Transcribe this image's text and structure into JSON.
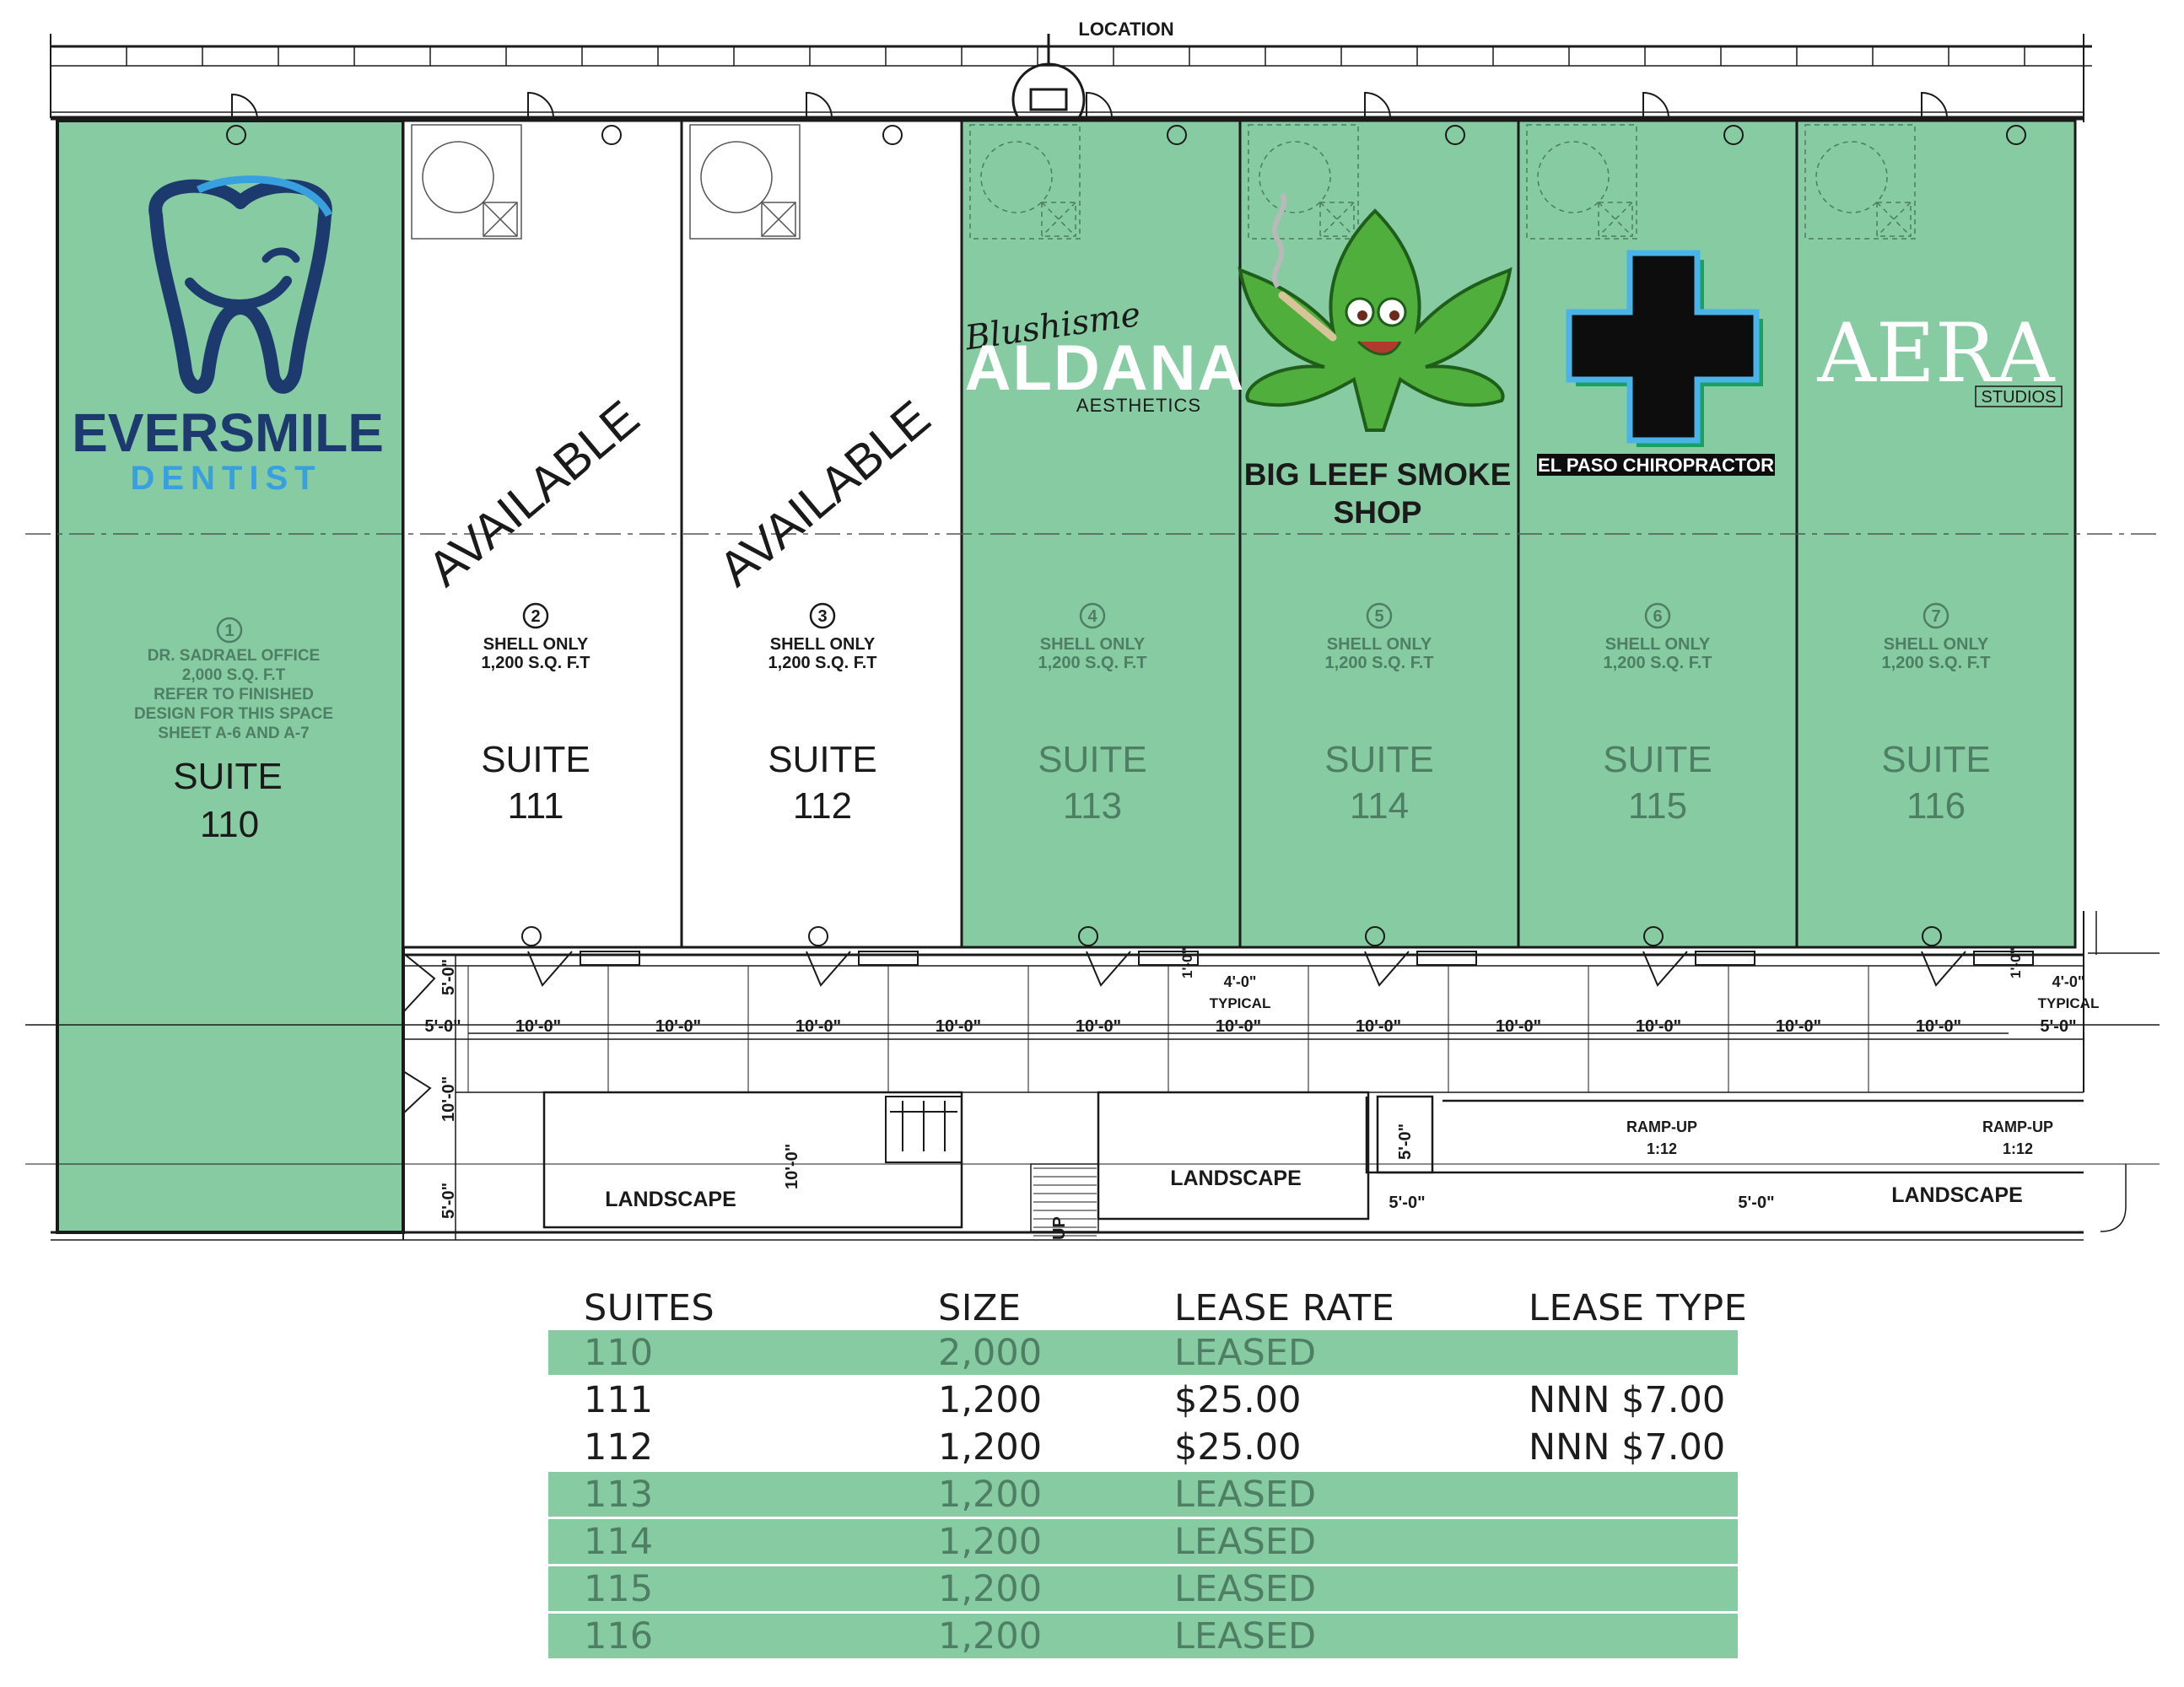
{
  "site_plan": {
    "top_label": "LOCATION",
    "suites": [
      {
        "id": "110",
        "unit_no": "1",
        "suite_label": "SUITE",
        "number": "110",
        "leased": true,
        "notes": [
          "DR. SADRAEL OFFICE",
          "2,000 S.Q. F.T",
          "REFER TO FINISHED",
          "DESIGN FOR THIS SPACE",
          "SHEET A-6 AND A-7"
        ],
        "tenant": {
          "line1": "EVERSMILE",
          "line2": "DENTIST",
          "logo": "tooth-logo-icon"
        }
      },
      {
        "id": "111",
        "unit_no": "2",
        "suite_label": "SUITE",
        "number": "111",
        "leased": false,
        "notes": [
          "SHELL ONLY",
          "1,200 S.Q. F.T"
        ],
        "available_label": "AVAILABLE"
      },
      {
        "id": "112",
        "unit_no": "3",
        "suite_label": "SUITE",
        "number": "112",
        "leased": false,
        "notes": [
          "SHELL ONLY",
          "1,200 S.Q. F.T"
        ],
        "available_label": "AVAILABLE"
      },
      {
        "id": "113",
        "unit_no": "4",
        "suite_label": "SUITE",
        "number": "113",
        "leased": true,
        "notes": [
          "SHELL ONLY",
          "1,200 S.Q. F.T"
        ],
        "tenant": {
          "script": "Blushisme",
          "line1": "ALDANA",
          "line2": "AESTHETICS"
        }
      },
      {
        "id": "114",
        "unit_no": "5",
        "suite_label": "SUITE",
        "number": "114",
        "leased": true,
        "notes": [
          "SHELL ONLY",
          "1,200 S.Q. F.T"
        ],
        "tenant": {
          "line1": "BIG LEEF SMOKE",
          "line2": "SHOP",
          "logo": "leaf-mascot-icon"
        }
      },
      {
        "id": "115",
        "unit_no": "6",
        "suite_label": "SUITE",
        "number": "115",
        "leased": true,
        "notes": [
          "SHELL ONLY",
          "1,200 S.Q. F.T"
        ],
        "tenant": {
          "line1": "EL PASO CHIROPRACTOR",
          "logo": "medical-cross-icon"
        }
      },
      {
        "id": "116",
        "unit_no": "7",
        "suite_label": "SUITE",
        "number": "116",
        "leased": true,
        "notes": [
          "SHELL ONLY",
          "1,200 S.Q. F.T"
        ],
        "tenant": {
          "line1": "AERA",
          "line2": "STUDIOS"
        }
      }
    ],
    "dimensions": {
      "ten_ft": "10'-0\"",
      "five_ft": "5'-0\"",
      "four_ft": "4'-0\"",
      "one_ft": "1'-0\"",
      "typical": "TYPICAL"
    },
    "landscape_label": "LANDSCAPE",
    "ramp": {
      "label": "RAMP-UP",
      "slope": "1:12"
    },
    "up_label": "UP"
  },
  "lease_table": {
    "headers": {
      "suites": "SUITES",
      "size": "SIZE",
      "lease_rate": "LEASE RATE",
      "lease_type": "LEASE TYPE"
    },
    "rows": [
      {
        "suite": "110",
        "size": "2,000",
        "rate": "LEASED",
        "type": "",
        "leased": true
      },
      {
        "suite": "111",
        "size": "1,200",
        "rate": "$25.00",
        "type": "NNN  $7.00",
        "leased": false
      },
      {
        "suite": "112",
        "size": "1,200",
        "rate": "$25.00",
        "type": "NNN  $7.00",
        "leased": false
      },
      {
        "suite": "113",
        "size": "1,200",
        "rate": "LEASED",
        "type": "",
        "leased": true
      },
      {
        "suite": "114",
        "size": "1,200",
        "rate": "LEASED",
        "type": "",
        "leased": true
      },
      {
        "suite": "115",
        "size": "1,200",
        "rate": "LEASED",
        "type": "",
        "leased": true
      },
      {
        "suite": "116",
        "size": "1,200",
        "rate": "LEASED",
        "type": "",
        "leased": true
      }
    ]
  },
  "colors": {
    "leased_fill": "#86cba2",
    "leased_text": "#4e7f64",
    "line": "#1a1a1a",
    "tooth_dark": "#1d3a6e",
    "tooth_light": "#39a0e0",
    "leaf_green": "#4fae3c",
    "cross_blue": "#4ab3e8"
  }
}
